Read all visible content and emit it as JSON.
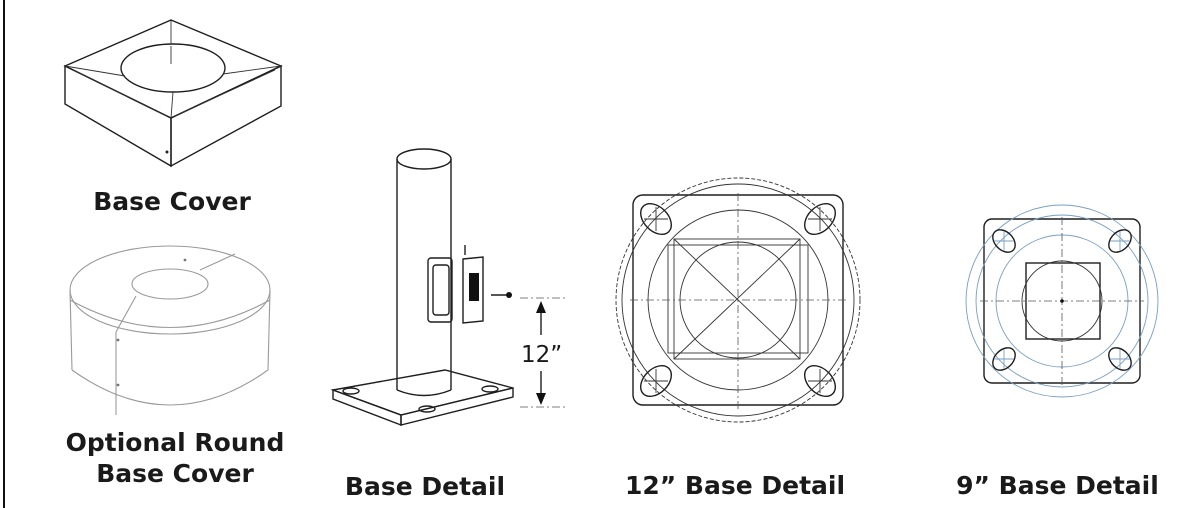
{
  "labels": {
    "base_cover": "Base Cover",
    "round_cover_line1": "Optional Round",
    "round_cover_line2": "Base Cover",
    "base_detail": "Base Detail",
    "base_detail_12": "12” Base Detail",
    "base_detail_9": "9” Base Detail"
  },
  "dimension": {
    "height": "12”"
  }
}
